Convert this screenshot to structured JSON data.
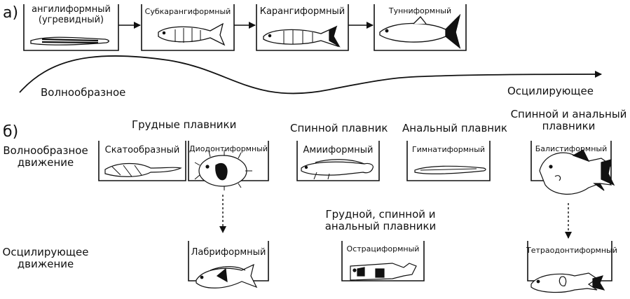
{
  "panel_a": {
    "letter": "а)",
    "types": [
      {
        "label": "ангилиформный\n(угревидный)"
      },
      {
        "label": "Субкарангиформный"
      },
      {
        "label": "Карангиформный"
      },
      {
        "label": "Тунниформный"
      }
    ],
    "wave_start_label": "Волнообразное",
    "wave_end_label": "Осцилирующее"
  },
  "panel_b": {
    "letter": "б)",
    "row_labels": {
      "undulatory": "Волнообразное\nдвижение",
      "oscillatory": "Осцилирующее\nдвижение"
    },
    "groups": {
      "pectoral": "Грудные плавники",
      "dorsal": "Спинной плавник",
      "anal": "Анальный плавник",
      "dorsal_anal": "Спинной и анальный\nплавники",
      "pectoral_dorsal_anal": "Грудной, спинной и\nанальный плавники"
    },
    "types": {
      "scato": "Скатообразный",
      "diodont": "Диодонтиформный",
      "amii": "Амииформный",
      "gymnot": "Гимнатиформный",
      "balist": "Балистиформный",
      "labri": "Лабриформный",
      "ostraci": "Остpациформный",
      "tetraodont": "Тетраодонтиформный"
    }
  }
}
